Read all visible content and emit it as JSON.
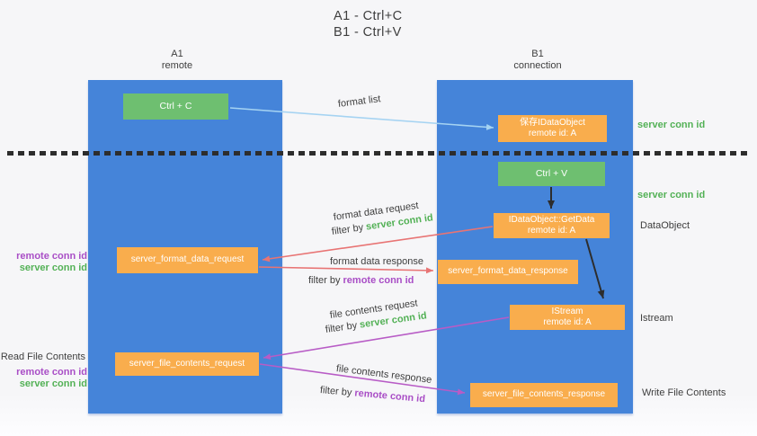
{
  "title": {
    "line1": "A1 - Ctrl+C",
    "line2": "B1 - Ctrl+V"
  },
  "columns": {
    "a1": {
      "id": "A1",
      "role": "remote"
    },
    "b1": {
      "id": "B1",
      "role": "connection"
    }
  },
  "nodes": {
    "ctrl_c": {
      "label": "Ctrl + C"
    },
    "save_idataobject": {
      "line1": "保存IDataObject",
      "line2": "remote id: A"
    },
    "ctrl_v": {
      "label": "Ctrl + V"
    },
    "getdata": {
      "line1": "IDataObject::GetData",
      "line2": "remote id: A"
    },
    "format_request": {
      "label": "server_format_data_request"
    },
    "format_response": {
      "label": "server_format_data_response"
    },
    "istream": {
      "line1": "IStream",
      "line2": "remote id: A"
    },
    "file_request": {
      "label": "server_file_contents_request"
    },
    "file_response": {
      "label": "server_file_contents_response"
    }
  },
  "flow_labels": {
    "format_list": "format list",
    "format_request": {
      "title": "format data request",
      "filter_prefix": "filter by ",
      "filter_key": "server conn id"
    },
    "format_response": {
      "title": "format data response",
      "filter_prefix": "filter by ",
      "filter_key": "remote conn id"
    },
    "file_request": {
      "title": "file contents request",
      "filter_prefix": "filter by ",
      "filter_key": "server conn id"
    },
    "file_response": {
      "title": "file contents response",
      "filter_prefix": "filter by ",
      "filter_key": "remote conn id"
    }
  },
  "side_labels": {
    "format_left": {
      "remote": "remote conn id",
      "server": "server conn id"
    },
    "file_left": {
      "title": "Read File Contents",
      "remote": "remote conn id",
      "server": "server conn id"
    },
    "save_right": "server conn id",
    "ctrl_v_right": "server conn id",
    "getdata_right": "DataObject",
    "istream_right": "Istream",
    "file_response_right": "Write File Contents"
  },
  "colors": {
    "lifeline_blue": "#4584d9",
    "node_orange": "#f9ad4d",
    "node_green": "#6ebf70",
    "arrow_red": "#e87474",
    "arrow_purple": "#b85cc6",
    "arrow_lightblue": "#a5d3f2",
    "arrow_black": "#2d2d2d",
    "text_green": "#53b156",
    "text_purple": "#a94ec6",
    "background": "#f6f6f8"
  }
}
